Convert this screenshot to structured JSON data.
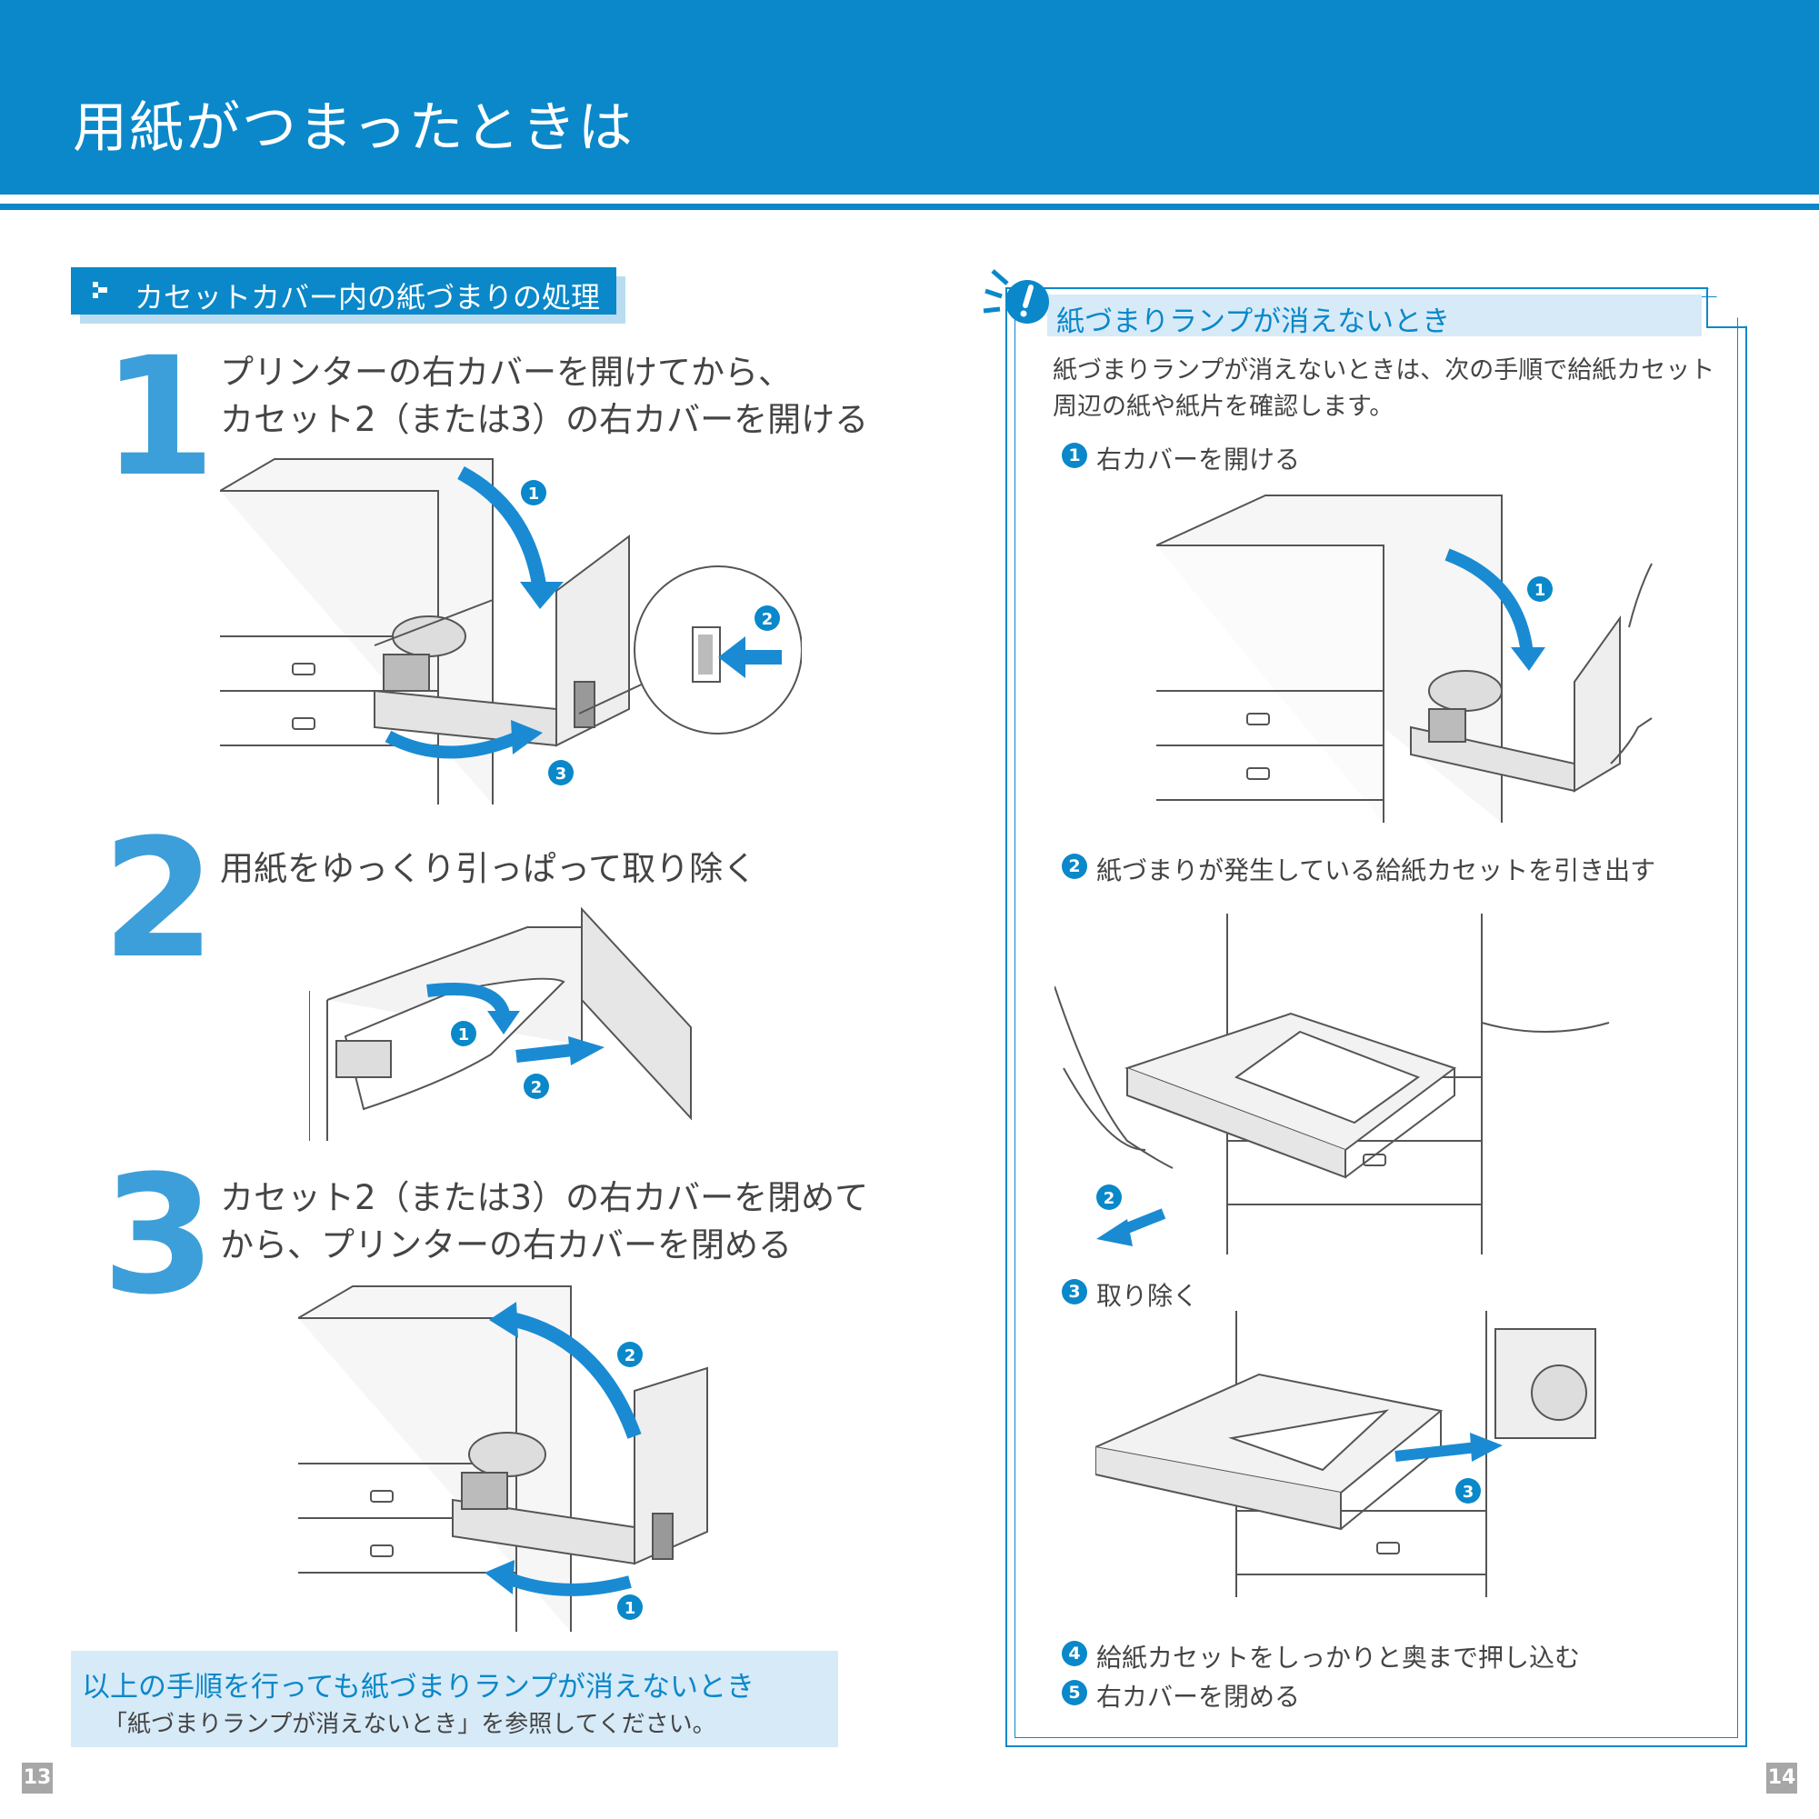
{
  "header": {
    "title": "用紙がつまったときは"
  },
  "section": {
    "title": "カセットカバー内の紙づまりの処理"
  },
  "steps": [
    {
      "number": "1",
      "line1": "プリンターの右カバーを開けてから、",
      "line2": "カセット2（または3）の右カバーを開ける"
    },
    {
      "number": "2",
      "line1": "用紙をゆっくり引っぱって取り除く",
      "line2": ""
    },
    {
      "number": "3",
      "line1": "カセット2（または3）の右カバーを閉めて",
      "line2": "から、プリンターの右カバーを閉める"
    }
  ],
  "callouts": {
    "one": "1",
    "two": "2",
    "three": "3"
  },
  "note": {
    "title": "以上の手順を行っても紙づまりランプが消えないとき",
    "body": "「紙づまりランプが消えないとき」を参照してください。"
  },
  "panel": {
    "title": "紙づまりランプが消えないとき",
    "intro_line1": "紙づまりランプが消えないときは、次の手順で給紙カセット",
    "intro_line2": "周辺の紙や紙片を確認します。",
    "substeps": [
      {
        "number": "1",
        "label": "右カバーを開ける"
      },
      {
        "number": "2",
        "label": "紙づまりが発生している給紙カセットを引き出す"
      },
      {
        "number": "3",
        "label": "取り除く"
      },
      {
        "number": "4",
        "label": "給紙カセットをしっかりと奥まで押し込む"
      },
      {
        "number": "5",
        "label": "右カバーを閉める"
      }
    ]
  },
  "pages": {
    "left": "13",
    "right": "14"
  },
  "colors": {
    "brand": "#0a88c9",
    "step_number": "#3c9fd9",
    "light_fill": "#d7eaf8",
    "line_art": "#555555"
  },
  "icons": [
    "chevron-right-icon",
    "attention-icon",
    "arrow-icon",
    "printer-illustration",
    "cassette-illustration"
  ]
}
